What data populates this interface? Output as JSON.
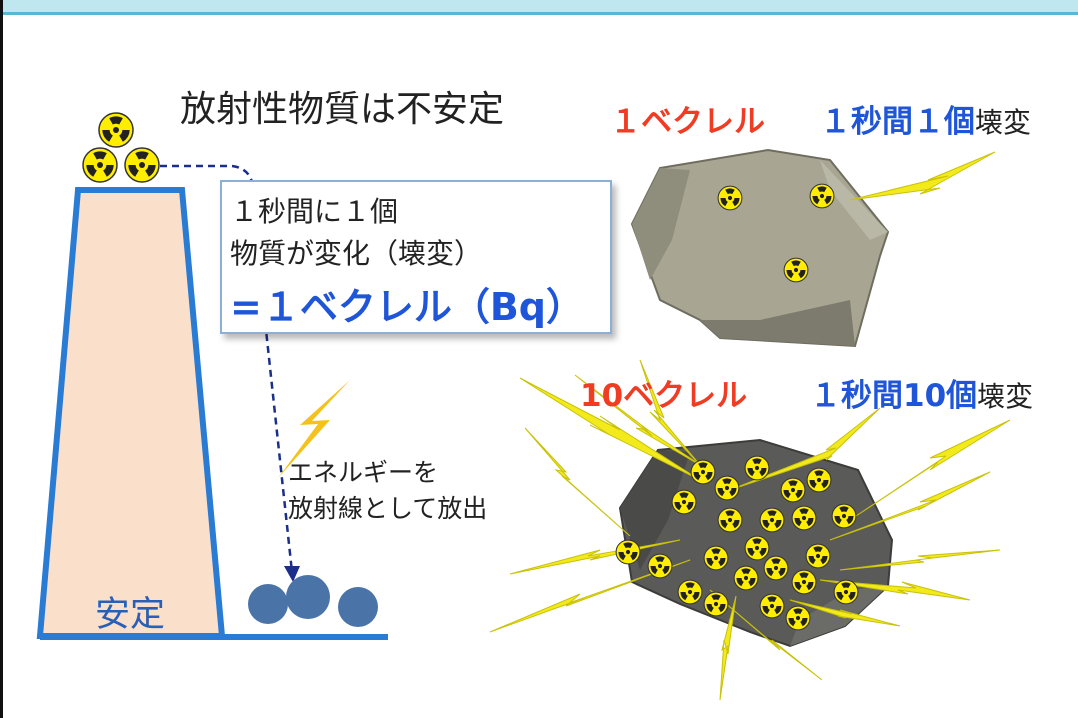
{
  "diagram": {
    "title": "放射性物質は不安定",
    "box": {
      "line1": "１秒間に１個",
      "line2": "物質が変化（壊変）",
      "equation": "=１ベクレル（Bq）"
    },
    "energy_note": {
      "line1": "エネルギーを",
      "line2": "放射線として放出"
    },
    "stable_label": "安定",
    "example1": {
      "amount": "１ベクレル",
      "rate_number": "１秒間１個",
      "rate_suffix": "壊変"
    },
    "example2": {
      "amount": "10ベクレル",
      "rate_number": "１秒間10個",
      "rate_suffix": "壊変"
    },
    "colors": {
      "red": "#f03c22",
      "blue": "#1f55d8",
      "pillar_fill": "#fadfcb",
      "pillar_stroke": "#2a7bd4",
      "trefoil": "#ffee00",
      "lightning": "#f2ea1a",
      "rock_light": "#a8a693",
      "rock_dark": "#5a5a58",
      "stable_ball": "#4a73a8"
    },
    "icons": [
      "radiation-trefoil-icon",
      "lightning-bolt-icon",
      "rock-icon",
      "ball-icon"
    ]
  }
}
